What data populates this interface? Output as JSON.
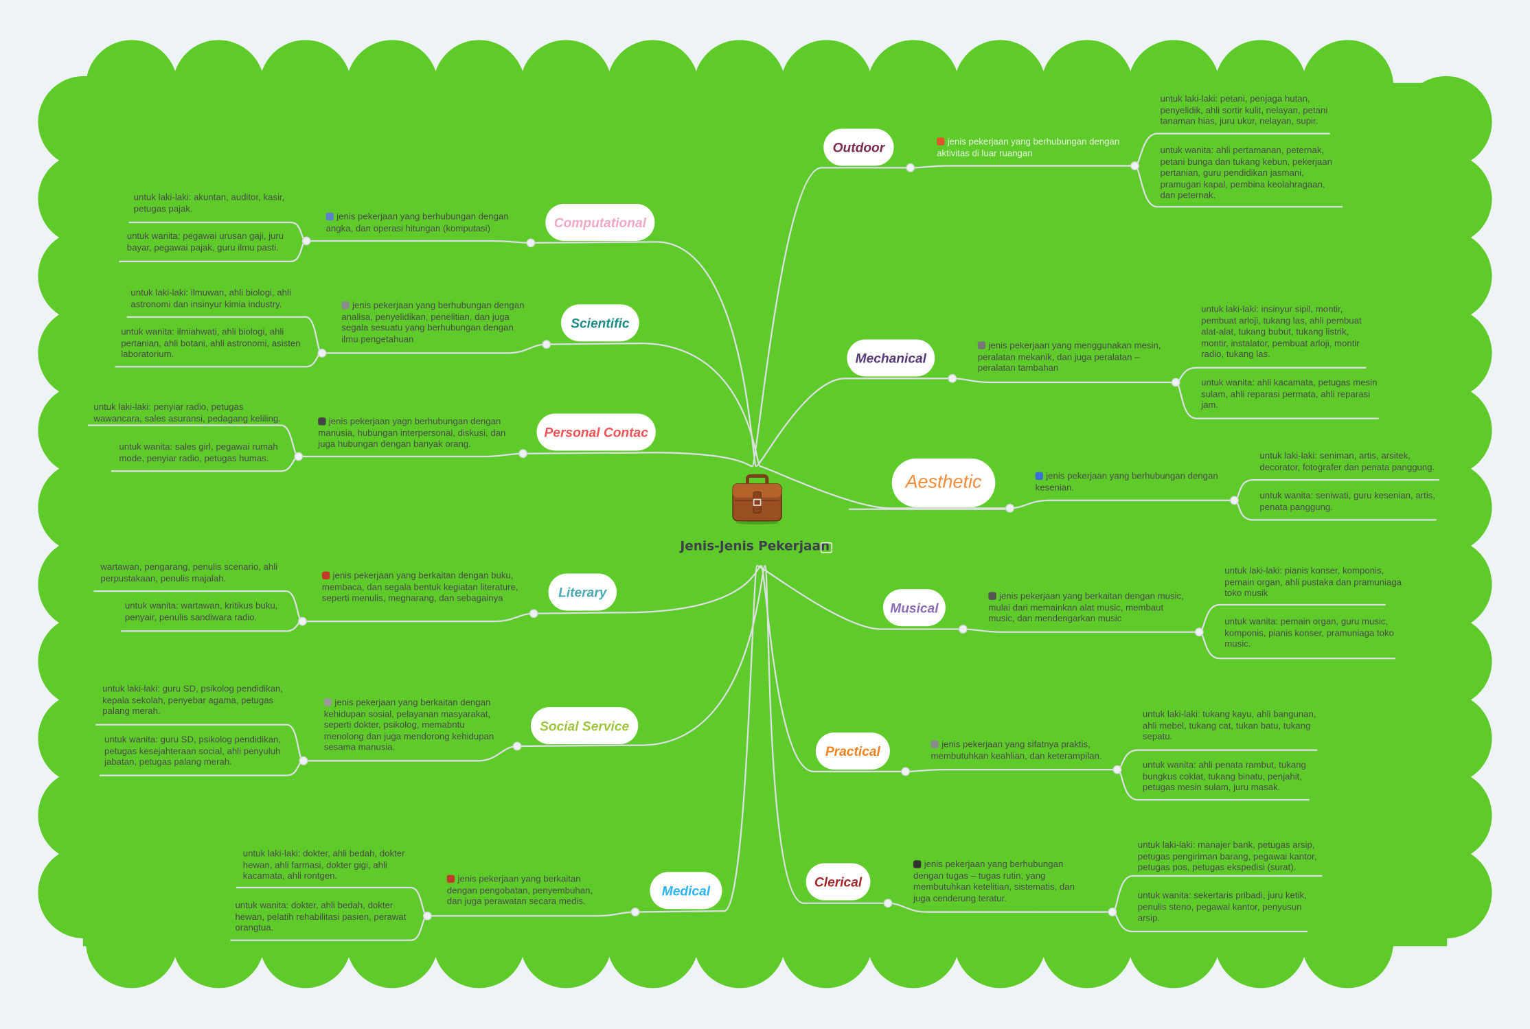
{
  "root": {
    "title": "Jenis-Jenis Pekerjaan",
    "icon": "briefcase-icon",
    "attachment_icon": "image-icon"
  },
  "colors": {
    "canvas": "#5fcb2b",
    "page": "#eef3f6",
    "line": "#dcdfe3",
    "text": "#4a4a4a"
  },
  "branches": [
    {
      "label": "Outdoor",
      "color": "#7b2b4f",
      "icon": "camping-tent-icon",
      "description": "jenis pekerjaan yang berhubungan dengan aktivitas di luar ruangan",
      "men": "untuk laki-laki:  petani, penjaga hutan, penyelidik, ahli sortir kulit, nelayan, petani tanaman hias, juru ukur, nelayan, supir.",
      "women": "untuk wanita: ahli pertamanan, peternak, petani bunga dan tukang kebun, pekerjaan pertanian, guru pendidikan jasmani, pramugari kapal, pembina keolahragaan, dan peternak."
    },
    {
      "label": "Computational",
      "color": "#f2a7c6",
      "icon": "calculator-icon",
      "description": "jenis pekerjaan yang berhubungan dengan angka, dan operasi hitungan (komputasi)",
      "men": "untuk laki-laki: akuntan, auditor, kasir, petugas   pajak.",
      "women": "untuk wanita: pegawai urusan gaji, juru bayar, pegawai pajak, guru ilmu pasti."
    },
    {
      "label": "Scientific",
      "color": "#1d8a86",
      "icon": "microscope-icon",
      "description": "jenis pekerjaan yang berhubungan dengan analisa, penyelidikan, penelitian, dan juga segala sesuatu yang berhubungan dengan ilmu pengetahuan",
      "men": "untuk   laki-laki: ilmuwan, ahli biologi, ahli astronomi dan insinyur kimia industry.",
      "women": "untuk wanita: ilmiahwati, ahli biologi, ahli pertanian, ahli botani, ahli astronomi, asisten laboratorium."
    },
    {
      "label": "Personal Contac",
      "color": "#ea5456",
      "icon": "people-icon",
      "description": "jenis pekerjaan yagn berhubungan dengan manusia, hubungan interpersonal, diskusi, dan juga hubungan dengan banyak orang.",
      "men": "untuk laki-laki: penyiar radio, petugas wawancara, sales asuransi, pedagang keliling.",
      "women": "untuk wanita: sales girl, pegawai rumah mode, penyiar radio, petugas humas."
    },
    {
      "label": "Literary",
      "color": "#4aa9b3",
      "icon": "books-icon",
      "description": "jenis pekerjaan yang berkaitan dengan buku, membaca, dan segala bentuk kegiatan literature, seperti menulis, megnarang, dan sebagainya",
      "men": "wartawan, pengarang, penulis   scenario, ahli perpustakaan, penulis majalah.",
      "women": "untuk wanita: wartawan, kritikus buku, penyair, penulis sandiwara radio."
    },
    {
      "label": "Social Service",
      "color": "#9fc53d",
      "icon": "hospital-icon",
      "description": "jenis pekerjaan yang berkaitan dengan kehidupan sosial, pelayanan masyarakat, seperti dokter, psikolog, memabntu menolong dan juga mendorong kehidupan sesama manusia.",
      "men": "untuk laki-laki: guru SD, psikolog pendidikan, kepala sekolah, penyebar agama, petugas palang merah.",
      "women": "untuk wanita: guru SD, psikolog pendidikan, petugas kesejahteraan social, ahli penyuluh jabatan, petugas palang merah."
    },
    {
      "label": "Medical",
      "color": "#2bb3f3",
      "icon": "syringe-icon",
      "description": "jenis pekerjaan yang berkaitan dengan pengobatan, penyembuhan, dan juga perawatan secara medis.",
      "men": "untuk laki-laki: dokter, ahli bedah, dokter hewan, ahli farmasi, dokter gigi, ahli kacamata, ahli rontgen.",
      "women": "untuk wanita: dokter, ahli bedah, dokter hewan, pelatih rehabilitasi pasien, perawat orangtua."
    },
    {
      "label": "Mechanical",
      "color": "#553a78",
      "icon": "wrench-icon",
      "description": "jenis pekerjaan yang menggunakan mesin, peralatan mekanik, dan juga peralatan – peralatan tambahan",
      "men": "untuk laki-laki: insinyur sipil, montir, pembuat   arloji, tukang las, ahli pembuat alat-alat, tukang bubut, tukang listrik, montir, instalator, pembuat arloji, montir radio, tukang las.",
      "women": "untuk wanita: ahli kacamata, petugas mesin sulam, ahli reparasi permata, ahli reparasi jam."
    },
    {
      "label": "Aesthetic",
      "color": "#f08b3b",
      "icon": "theater-masks-icon",
      "description": "jenis pekerjaan yang berhubungan dengan kesenian.",
      "men": "untuk   laki-laki: seniman, artis, arsitek, decorator, fotografer dan penata panggung.",
      "women": "untuk wanita: seniwati, guru kesenian, artis, penata panggung."
    },
    {
      "label": "Musical",
      "color": "#8b6cb3",
      "icon": "music-score-icon",
      "description": "jenis pekerjaan yang berkaitan dengan music, mulai dari memainkan alat music, membaut music, dan mendengarkan music",
      "men": "untuk   laki-laki: pianis konser, komponis, pemain   organ, ahli pustaka dan pramuniaga toko musik",
      "women": "untuk wanita: pemain organ, guru music, komponis, pianis konser, pramuniaga toko music."
    },
    {
      "label": "Practical",
      "color": "#f0821f",
      "icon": "paperclip-icon",
      "description": "jenis pekerjaan yang sifatnya praktis, membutuhkan keahlian, dan keterampilan.",
      "men": "untuk laki-laki: tukang kayu, ahli bangunan, ahli   mebel, tukang cat, tukan batu, tukang sepatu.",
      "women": "untuk wanita: ahli penata rambut, tukang bungkus coklat, tukang binatu, penjahit, petugas mesin sulam, juru masak."
    },
    {
      "label": "Clerical",
      "color": "#a3282b",
      "icon": "computer-icon",
      "description": "jenis pekerjaan yang berhubungan dengan tugas – tugas rutin, yang membutuhkan ketelitian, sistematis, dan juga cenderung teratur.",
      "men": "untuk laki-laki: manajer bank, petugas arsip, petugas pengiriman barang, pegawai kantor, petugas pos, petugas ekspedisi (surat).",
      "women": "untuk wanita: sekertaris pribadi, juru ketik, penulis steno, pegawai kantor, penyusun arsip."
    }
  ]
}
